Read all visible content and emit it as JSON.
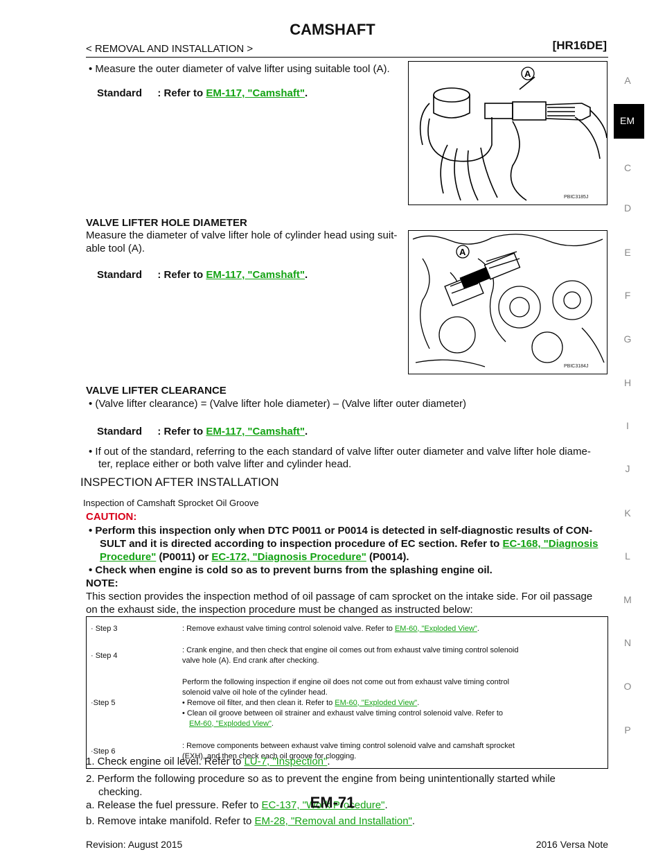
{
  "header": {
    "title": "CAMSHAFT",
    "breadcrumb": "< REMOVAL AND INSTALLATION >",
    "engine": "[HR16DE]"
  },
  "side_index": [
    "A",
    "EM",
    "C",
    "D",
    "E",
    "F",
    "G",
    "H",
    "I",
    "J",
    "K",
    "L",
    "M",
    "N",
    "O",
    "P"
  ],
  "standard": {
    "label": "Standard",
    "prefix": ": Refer to ",
    "link": "EM-117, \"Camshaft\"",
    "suffix": "."
  },
  "figures": {
    "lifter": {
      "letter": "A",
      "code": "PBIC3185J"
    },
    "hole": {
      "letter": "A",
      "code": "PBIC3184J"
    }
  },
  "sections": {
    "outer_text": "• Measure the outer diameter of valve lifter using suitable tool (A).",
    "hole_heading": "VALVE LIFTER HOLE DIAMETER",
    "hole_text_1": "Measure the diameter of valve lifter hole of cylinder head using suit-",
    "hole_text_2": "able tool (A).",
    "clear_heading": "VALVE LIFTER CLEARANCE",
    "clear_text": "• (Valve lifter clearance) = (Valve lifter hole diameter) – (Valve lifter outer diameter)",
    "out_std_1": "• If out of the standard, referring to the each standard of valve lifter outer diameter and valve lifter hole diame-",
    "out_std_2": "ter, replace either or both valve lifter and cylinder head.",
    "after_heading": "INSPECTION AFTER INSTALLATION",
    "sub_heading": "Inspection of Camshaft Sprocket Oil Groove",
    "caution_label": "CAUTION:",
    "caution_1a": "• Perform this inspection only when DTC P0011 or P0014 is detected in self-diagnostic results of CON-",
    "caution_1b_pre": "SULT and it is directed according to inspection procedure of EC section. Refer to ",
    "caution_link1a": "EC-168, \"Diagnosis",
    "caution_link1b": "Procedure\"",
    "caution_1c_mid": " (P0011) or ",
    "caution_link2": "EC-172, \"Diagnosis Procedure\"",
    "caution_1c_end": " (P0014).",
    "caution_2": "• Check when engine is cold so as to prevent burns from the splashing engine oil.",
    "note_label": "NOTE:",
    "note_1": "This section provides the inspection method of oil passage of cam sprocket on the intake side. For oil passage",
    "note_2": "on the exhaust side, the inspection procedure must be changed as instructed below:"
  },
  "steps_table": {
    "s3_label": "· Step 3",
    "s3_text": ": Remove exhaust valve timing control solenoid valve. Refer to ",
    "s3_link": "EM-60, \"Exploded View\"",
    "s3_end": ".",
    "s4_label": "· Step 4",
    "s4_text_1": ": Crank engine, and then check that engine oil comes out from exhaust valve timing control solenoid",
    "s4_text_2": "valve hole (A). End crank after checking.",
    "s5_label": "·Step 5",
    "s5_text_1": "Perform the following inspection if engine oil does not come out from exhaust valve timing control",
    "s5_text_2": "solenoid valve oil hole of the cylinder head.",
    "s5_b1": "• Remove oil filter, and then clean it. Refer to ",
    "s5_b1_link": "EM-60, \"Exploded View\"",
    "s5_b1_end": ".",
    "s5_b2": "• Clean oil groove between oil strainer and exhaust valve timing control solenoid valve. Refer to",
    "s5_b2_link": "EM-60, \"Exploded View\"",
    "s5_b2_end": ".",
    "s6_label": "·Step 6",
    "s6_text_1": ": Remove components between exhaust valve timing control solenoid valve and camshaft sprocket",
    "s6_text_2": "(EXH), and then check each oil groove for clogging."
  },
  "procedure": {
    "p1": "1. Check engine oil level. Refer to ",
    "p1_link": "LU-7, \"Inspection\"",
    "p1_end": ".",
    "p2_1": "2. Perform the following procedure so as to prevent the engine from being unintentionally started while",
    "p2_2": "checking.",
    "pa": "a. Release the fuel pressure. Refer to ",
    "pa_link": "EC-137, \"Work Procedure\"",
    "pa_end": ".",
    "pb": "b. Remove intake manifold. Refer to ",
    "pb_link": "EM-28, \"Removal and Installation\"",
    "pb_end": "."
  },
  "footer": {
    "revision": "Revision: August 2015",
    "page": "EM-71",
    "model": "2016 Versa Note"
  }
}
